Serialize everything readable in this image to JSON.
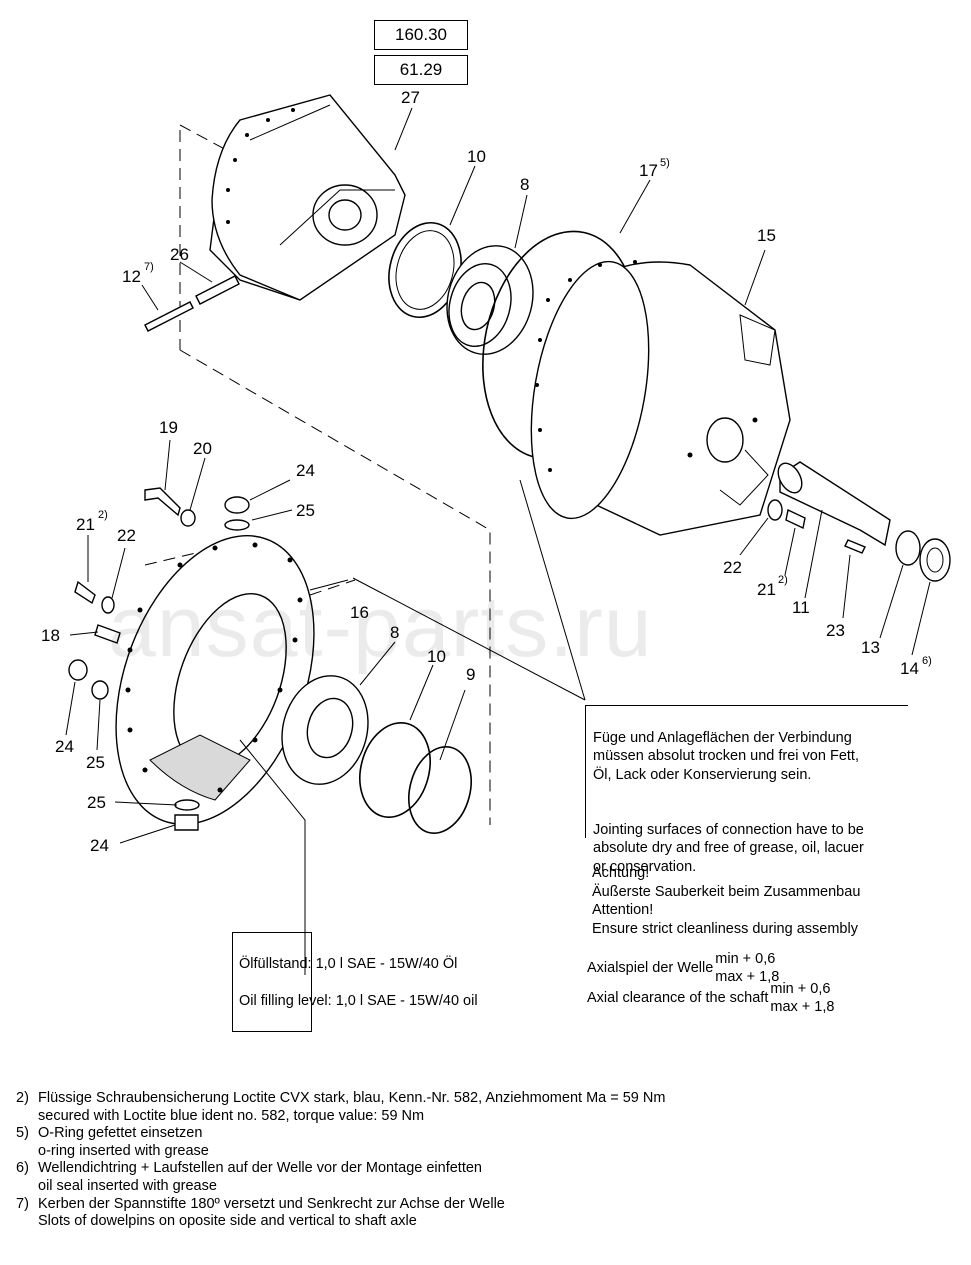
{
  "ref_numbers": [
    "160.30",
    "61.29"
  ],
  "callouts": [
    {
      "id": "c27",
      "text": "27",
      "sup": ""
    },
    {
      "id": "c10a",
      "text": "10",
      "sup": ""
    },
    {
      "id": "c8a",
      "text": "8",
      "sup": ""
    },
    {
      "id": "c17",
      "text": "17",
      "sup": "5)"
    },
    {
      "id": "c15",
      "text": "15",
      "sup": ""
    },
    {
      "id": "c26",
      "text": "26",
      "sup": ""
    },
    {
      "id": "c12",
      "text": "12",
      "sup": "7)"
    },
    {
      "id": "c19",
      "text": "19",
      "sup": ""
    },
    {
      "id": "c20",
      "text": "20",
      "sup": ""
    },
    {
      "id": "c24a",
      "text": "24",
      "sup": ""
    },
    {
      "id": "c25a",
      "text": "25",
      "sup": ""
    },
    {
      "id": "c21a",
      "text": "21",
      "sup": "2)"
    },
    {
      "id": "c22a",
      "text": "22",
      "sup": ""
    },
    {
      "id": "c18",
      "text": "18",
      "sup": ""
    },
    {
      "id": "c16",
      "text": "16",
      "sup": ""
    },
    {
      "id": "c8b",
      "text": "8",
      "sup": ""
    },
    {
      "id": "c10b",
      "text": "10",
      "sup": ""
    },
    {
      "id": "c9",
      "text": "9",
      "sup": ""
    },
    {
      "id": "c24b",
      "text": "24",
      "sup": ""
    },
    {
      "id": "c25b",
      "text": "25",
      "sup": ""
    },
    {
      "id": "c25c",
      "text": "25",
      "sup": ""
    },
    {
      "id": "c24c",
      "text": "24",
      "sup": ""
    },
    {
      "id": "c22b",
      "text": "22",
      "sup": ""
    },
    {
      "id": "c21b",
      "text": "21",
      "sup": "2)"
    },
    {
      "id": "c11",
      "text": "11",
      "sup": ""
    },
    {
      "id": "c23",
      "text": "23",
      "sup": ""
    },
    {
      "id": "c13",
      "text": "13",
      "sup": ""
    },
    {
      "id": "c14",
      "text": "14",
      "sup": "6)"
    }
  ],
  "notes": {
    "jointing_de": "Füge und Anlageflächen der Verbindung\nmüssen absolut trocken und frei von Fett,\nÖl, Lack oder Konservierung sein.",
    "jointing_en": "Jointing surfaces of connection have to be\nabsolute dry and free of grease, oil, lacuer\nor conservation.",
    "attention": "Achtung!\nÄußerste Sauberkeit beim Zusammenbau\nAttention!\nEnsure strict cleanliness during assembly",
    "oil_de": "Ölfüllstand: 1,0 l SAE - 15W/40 Öl",
    "oil_en": "Oil filling level: 1,0 l SAE - 15W/40 oil"
  },
  "axial": {
    "de_label": "Axialspiel der Welle",
    "en_label": "Axial clearance of the schaft",
    "min": "min  +  0,6",
    "max": "max  + 1,8"
  },
  "footnotes": [
    {
      "num": "2)",
      "de": "Flüssige Schraubensicherung Loctite CVX stark, blau, Kenn.-Nr. 582, Anziehmoment Ma = 59 Nm",
      "en": "secured with Loctite blue ident no. 582,  torque value: 59 Nm"
    },
    {
      "num": "5)",
      "de": "O-Ring gefettet einsetzen",
      "en": "o-ring inserted with grease"
    },
    {
      "num": "6)",
      "de": "Wellendichtring + Laufstellen auf der Welle vor der Montage einfetten",
      "en": "oil seal inserted with grease"
    },
    {
      "num": "7)",
      "de": "Kerben der Spannstifte 180º versetzt und Senkrecht zur Achse der Welle",
      "en": "Slots of dowelpins on oposite side and vertical to shaft axle"
    }
  ],
  "watermark": "ansat-parts.ru"
}
